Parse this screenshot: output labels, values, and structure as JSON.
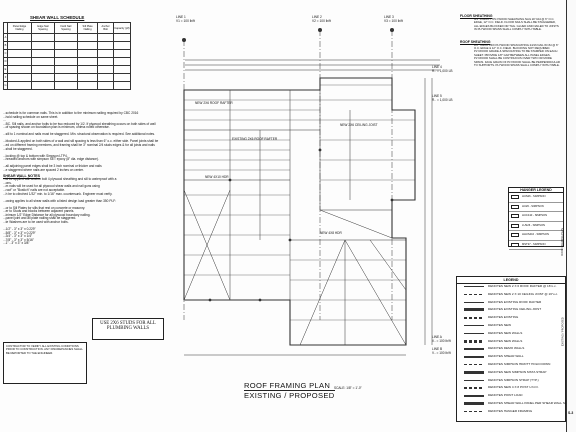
{
  "shear_wall_schedule": {
    "title": "SHEAR WALL SCHEDULE",
    "columns": [
      "Panel Edge Nailing",
      "Edge Nail Spacing",
      "Field Nail Spacing",
      "Sill Plate Nailing",
      "Anchor Bolt",
      "Capacity (plf)"
    ],
    "row_symbols": [
      "A",
      "B",
      "C",
      "D",
      "E",
      "F",
      "G"
    ]
  },
  "notes": {
    "intro_lines": [
      "...schedule is for common nails. This is in addition to the minimum nailing required by CBC 2016",
      "...hold nailing schedule on same sheet.",
      "...",
      "...BC. Sill nails, and anchor bolts to be two reduced by 1/2. If plywood sheathing occurs on both sides of wall",
      "...of spacing shown on foundation plan is minimum, unless noted otherwise.",
      "",
      "...sill to 1 nominal and nails must be staggered. Min. structural observation is required. See additional notes.",
      "",
      "...blocked & applied on both sides of a wall and sill spacing is less than 6\" o.c. either side. Panel joints shall be",
      "...ed on different framing members, and framing shall be 3\" nominal 2/4 studs edges & for all joists and nails",
      "...shall be staggered.",
      "",
      "...locking @ top & bottom with Simpson LTP4.",
      "...hreaded anchors with simpson SET epoxy (8\" dia. edge distance).",
      "",
      "...all adjoining panel edges shall be 3 inch nominal or thicker and nails",
      "...e staggered where nails are spaced 2 inches on center."
    ],
    "shear_notes_title": "SHEAR WALL NOTES",
    "shear_lines": [
      "...ld be applied with anchor bolt 4 plywood sheathing and sill to waterproof with a",
      "...ons.",
      "...m nails will be used for all plywood shear walls and nail guns using",
      "...roof\" or \"Bostich\" nails are not acceptable.",
      "...h be to clinched 1/32\" min. to 1/16\" max. countersunk. Engineer must verify.",
      "",
      "...owing applies to all shear walls with a listed design load greater than 350 PLF:",
      "",
      "...or to Sill Plates for sills that rest on concrete or masonry.",
      "...er to Studs and blocks between adjacent panels.",
      "...inimum 1/2\" Edge Distance for all plywood boundary nailing.",
      "...panel joint and all plate nailing shall be staggered.",
      "...te Washers are to be used with anchor bolts.",
      "",
      "...1/2\" - 3\" x 3\" x 0.229\"",
      "...5/8\" - 3\" x 3\" x 0.229\"",
      "...3/4\" - 3\" x 3\" x 1/4\"",
      "...7/8\" - 3\" x 3\" x 5/16\"",
      "...1\" - 3\" x 3\" x 3/8\""
    ]
  },
  "stud_note": "USE 2X6 STUDS FOR ALL PLUMBING WALLS",
  "contractor_note": "CONTRACTOR TO VERIFY ALL EXISTING CONDITIONS PRIOR TO CONSTRUCTION. ANY DISCREPANCIES SHALL BE REPORTED TO THE ENGINEER.",
  "plan": {
    "title": "ROOF FRAMING PLAN",
    "subtitle": "EXISTING / PROPOSED",
    "scale": "SCALE: 1/8\" = 1'-0\"",
    "lines": [
      {
        "label": "LINE 1",
        "sub": "V1 = 100 lb/ft"
      },
      {
        "label": "LINE 2",
        "sub": "V2 = 100 lb/ft"
      },
      {
        "label": "LINE 3",
        "sub": "V3 = 100 lb/ft"
      },
      {
        "label": "LINE 4",
        "sub": "R.. = 1,000 LB"
      },
      {
        "label": "LINE 5",
        "sub": "R.. = 1,000 LB"
      },
      {
        "label": "LINE A",
        "sub": "V.. = 100 lb/ft"
      },
      {
        "label": "LINE B",
        "sub": "V.. = 100 lb/ft"
      }
    ],
    "callouts": [
      "NEW 2X6 ROOF RAFTER",
      "EXISTING 2X6 ROOF RAFTER",
      "NEW 2X6 CEILING JOIST",
      "NEW 4X10 HDR",
      "NEW 4X8 HDR"
    ]
  },
  "sheathing": {
    "floor_title": "FLOOR SHEATHING",
    "floor_text": "3/4\" STRUCT I PLYWOOD SHEATHING NAIL W/ 10d @ 6\" O.C. EDGE, 12\" O.C. FIELD. FLOOR NAILS SHALL BE STAGGERED, ALL EDGES BLOCKED OR T&G. GLUED AND NAILED TO JOISTS IN PLYWOOD SPANS SHALL COMPLY WITH TABLE.",
    "roof_title": "ROOF SHEATHING",
    "roof_text": "1/2\" THICK CDX PLYWOOD SPAN RATING 24/16 NAIL W/ 8d @ 6\" O.C. EDGE & 12\" O.C. FIELD. BLOCKING NOT REQUIRED. PLYWOOD GRADE & SPAN RATING TO BE STAMPED ON EACH SHEET. PROVIDE 1/8\" GAP BETWEEN ALL PANEL EDGES. PLYWOOD SHALL BE CONTINUOUS OVER TWO OR MORE SPANS. FACE GRAIN OF PLYWOOD SHALL BE PERPENDICULAR TO SUPPORTS. PLYWOOD SPANS SHALL COMPLY WITH TABLE."
  },
  "hanger_legend": {
    "title": "HANGER LEGEND",
    "rows": [
      "HUS26 - SIMPSON",
      "HU26 - SIMPSON",
      "HUC410 - SIMPSON",
      "LUS26 - SIMPSON",
      "HHUS410 - SIMPSON",
      "MST37 - SIMPSON"
    ]
  },
  "legend": {
    "title": "LEGEND",
    "rows": [
      "DENOTES NEW 2 X 6 ROOF RAFTER @ 16\"o.c.",
      "DENOTES NEW 2 X 10 CEILING JOIST @ 16\"o.c.",
      "DENOTES EXISTING ROOF RAFTER",
      "DENOTES EXISTING CEILING JOIST",
      "DENOTES EXISTING",
      "DENOTES NEW",
      "DENOTES NEW WALLS",
      "DENOTES NEW WALLS",
      "DENOTES DEMO WALLS",
      "DENOTES SHEAR WALL",
      "DENOTES SIMPSON HD/DTT HOLD DOWN",
      "DENOTES NEW SIMPSON MSTA STRAP",
      "DENOTES SIMPSON STRAP (TYP.)",
      "DENOTES NEW 4 X 8 POST U.N.O.",
      "DENOTES POINT LOAD",
      "DENOTES SHEAR WALL PANEL PER SHEAR WALL SCHEDULE",
      "DENOTES HANGER FRAMING"
    ]
  },
  "right_strip": [
    "S-3",
    "EXISTING / PROPOSED",
    "ROOF FRAMING PLAN"
  ],
  "colors": {
    "ink": "#111111",
    "paper": "#fdfdfd",
    "line": "#333333"
  }
}
